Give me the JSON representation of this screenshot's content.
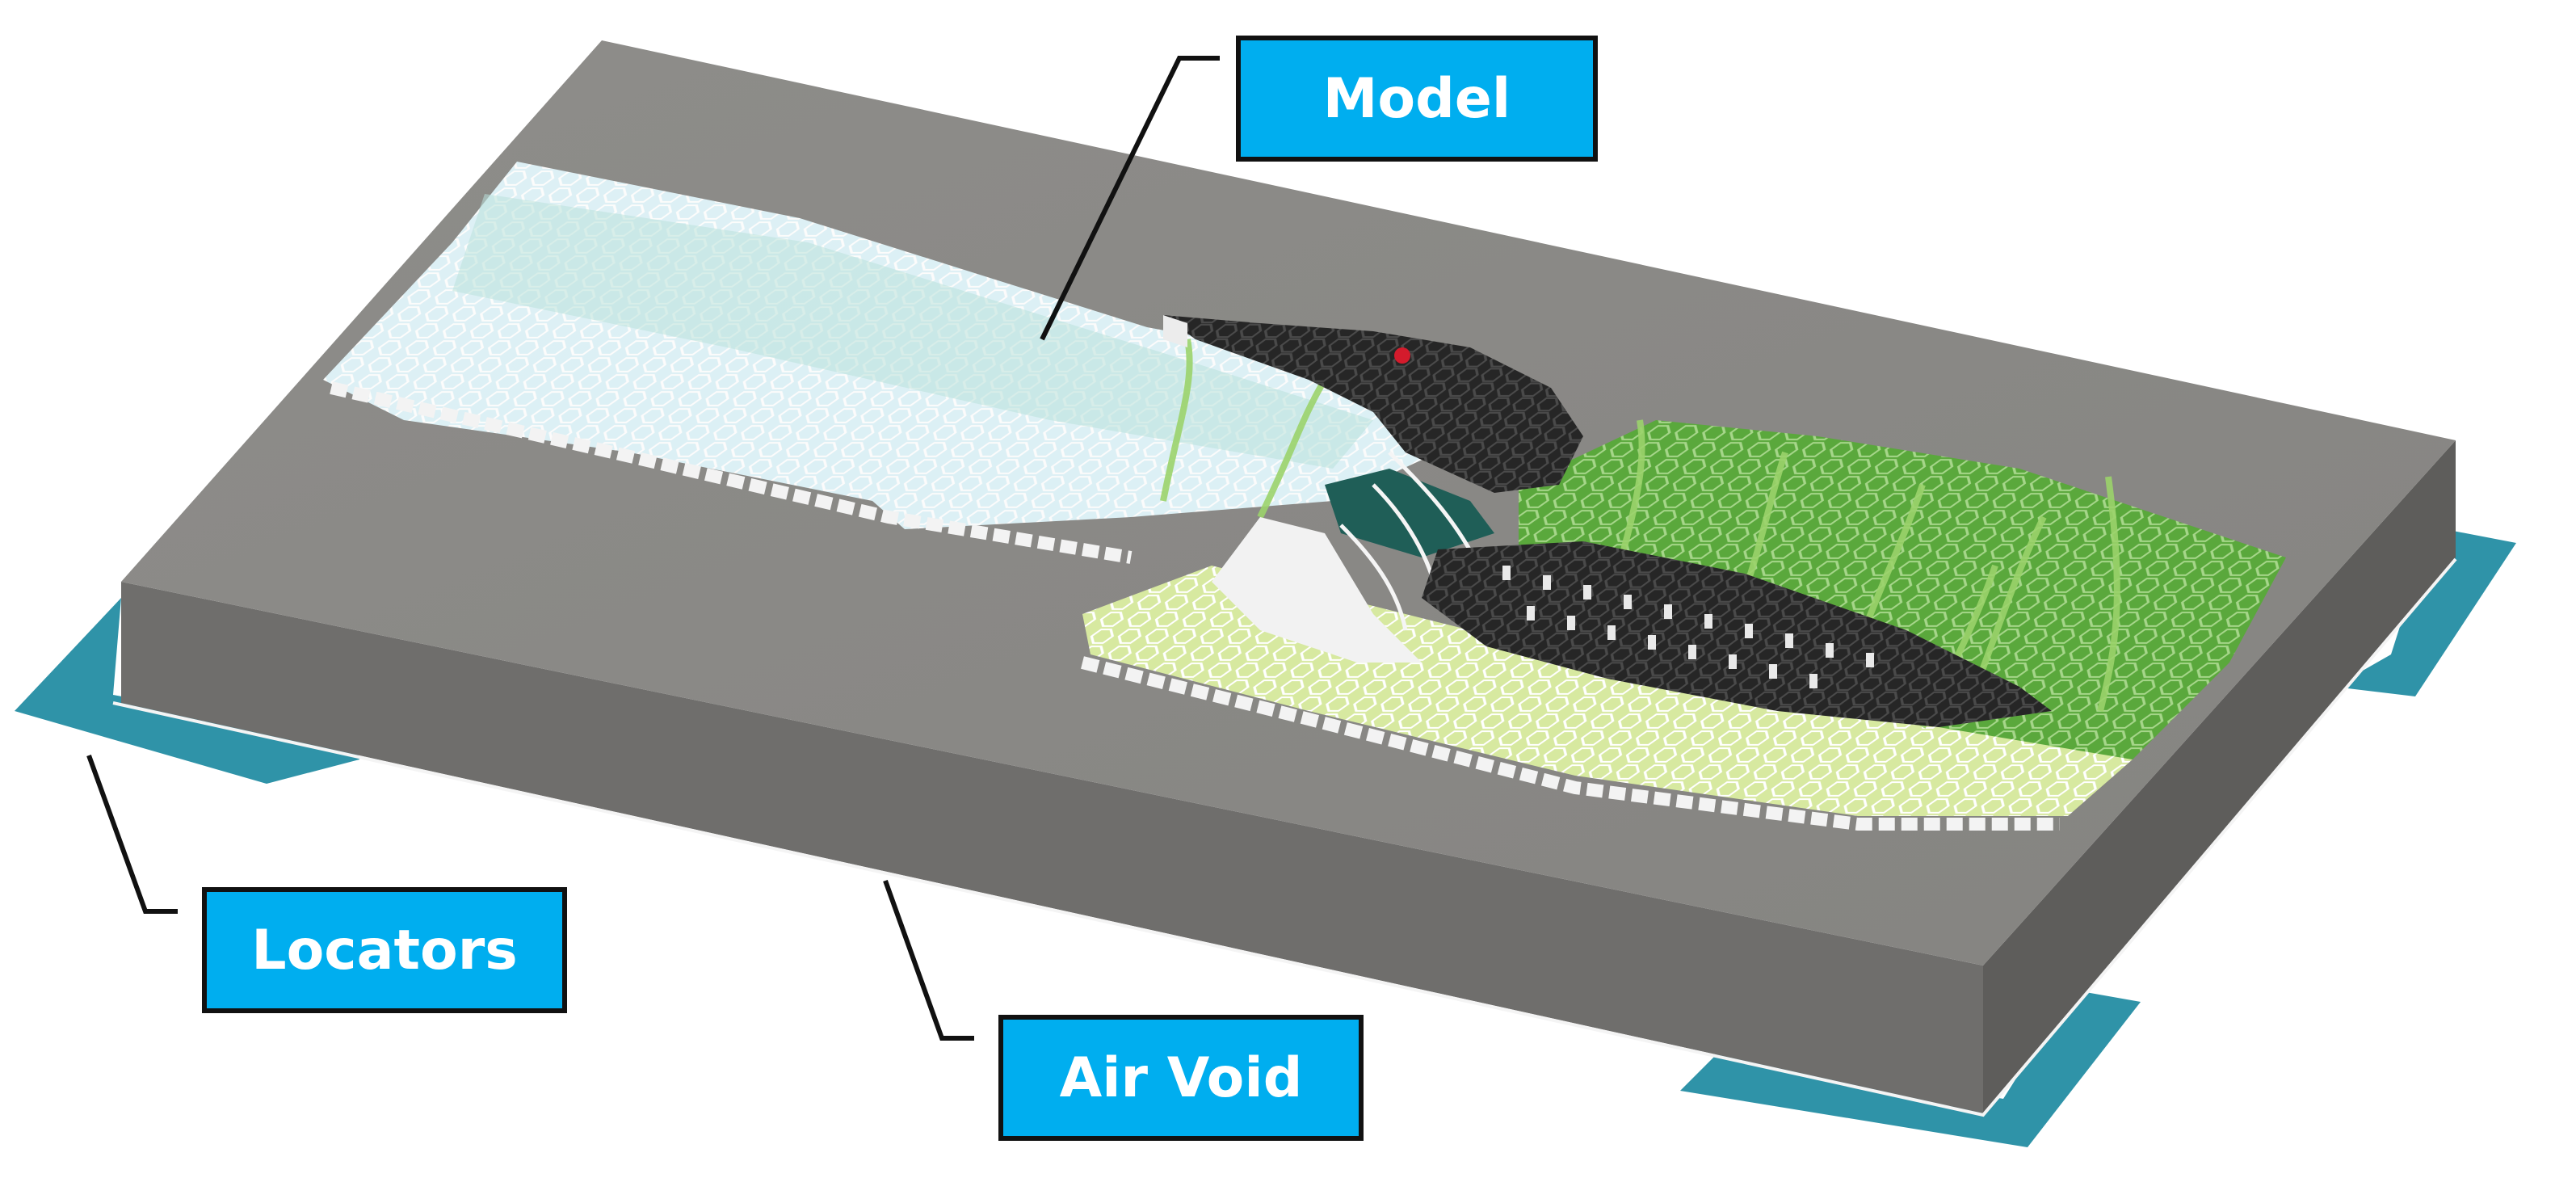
{
  "labels": {
    "model": "Model",
    "locators": "Locators",
    "air_void": "Air Void"
  },
  "colors": {
    "label_fill": "#00aeef",
    "label_border": "#111111",
    "label_text": "#ffffff",
    "base_top": "#8b8a87",
    "base_front": "#6f6e6c",
    "base_side": "#5e5d5b",
    "locator": "#2f93a8",
    "water_light": "#dff3f8",
    "water_teal": "#b9e2da",
    "grass_green": "#5aa83c",
    "grass_light": "#c9e08a",
    "loon_black": "#262626",
    "loon_eye": "#d41b2c",
    "loon_neck_teal": "#1f5e57",
    "leader_line": "#111111"
  }
}
